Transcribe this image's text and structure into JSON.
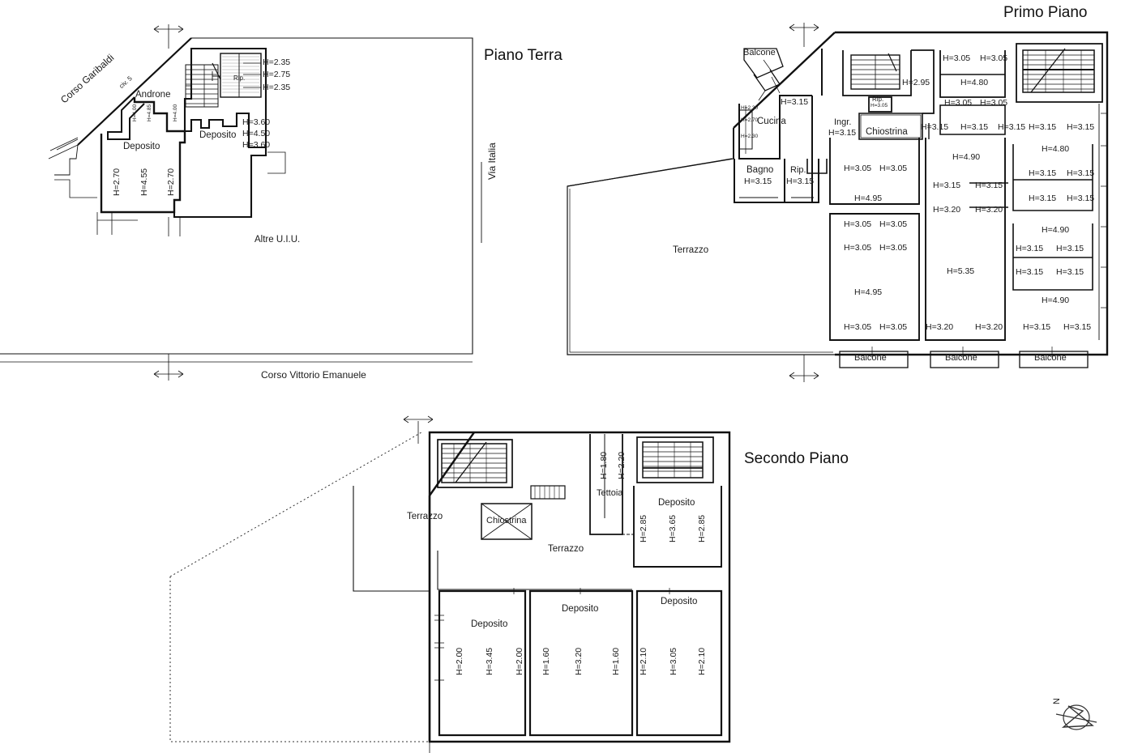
{
  "document": {
    "type": "architectural-floor-plan",
    "language": "it"
  },
  "floors": [
    {
      "id": "piano-terra",
      "title": "Piano Terra",
      "rooms": [
        {
          "label": "Androne"
        },
        {
          "label": "Deposito"
        },
        {
          "label": "Deposito"
        },
        {
          "label": "Rip."
        },
        {
          "label": "Altre U.I.U."
        }
      ],
      "heights": [
        "H=2.35",
        "H=2.75",
        "H=2.35",
        "H=3.60",
        "H=4.50",
        "H=3.60",
        "H=4.00",
        "H=4.85",
        "H=4.00",
        "H=2.70",
        "H=4.55",
        "H=2.70"
      ],
      "streets": [
        {
          "label": "Corso Garibaldi"
        },
        {
          "label": "civ. 5"
        },
        {
          "label": "Via Italia"
        },
        {
          "label": "Corso Vittorio Emanuele"
        }
      ]
    },
    {
      "id": "primo-piano",
      "title": "Primo Piano",
      "rooms": [
        {
          "label": "Balcone"
        },
        {
          "label": "Cucina"
        },
        {
          "label": "Bagno"
        },
        {
          "label": "Rip."
        },
        {
          "label": "Ingr."
        },
        {
          "label": "Rip."
        },
        {
          "label": "Chiostrina"
        },
        {
          "label": "Terrazzo"
        },
        {
          "label": "Balcone"
        },
        {
          "label": "Balcone"
        },
        {
          "label": "Balcone"
        }
      ],
      "heights": [
        "H=2.30",
        "H=2.70",
        "H=2.30",
        "H=3.15",
        "H=2.95",
        "H=3.15",
        "H=3.05",
        "H=3.05",
        "H=3.05",
        "H=4.80",
        "H=3.05",
        "H=3.05",
        "H=3.15",
        "H=3.15",
        "H=3.15",
        "H=3.15",
        "H=3.15",
        "H=4.90",
        "H=4.80",
        "H=3.15",
        "H=3.15",
        "H=3.15",
        "H=3.15",
        "H=3.20",
        "H=3.20",
        "H=4.95",
        "H=4.95",
        "H=5.35",
        "H=4.90",
        "H=4.90",
        "H=3.05",
        "H=3.05",
        "H=3.05",
        "H=3.05",
        "H=3.20",
        "H=3.20",
        "H=3.15",
        "H=3.15"
      ]
    },
    {
      "id": "secondo-piano",
      "title": "Secondo Piano",
      "rooms": [
        {
          "label": "Terrazzo"
        },
        {
          "label": "Terrazzo"
        },
        {
          "label": "Chiostrina"
        },
        {
          "label": "Tettoia"
        },
        {
          "label": "Deposito"
        },
        {
          "label": "Deposito"
        },
        {
          "label": "Deposito"
        },
        {
          "label": "Deposito"
        }
      ],
      "heights": [
        "H=1.80",
        "H=2.20",
        "H=2.85",
        "H=3.65",
        "H=2.85",
        "H=2.00",
        "H=3.45",
        "H=2.00",
        "H=1.60",
        "H=3.20",
        "H=1.60",
        "H=2.10",
        "H=3.05",
        "H=2.10"
      ]
    }
  ],
  "compass": {
    "label": "N",
    "name": "north-arrow"
  },
  "labels": {
    "pt_h_235a": "H=2.35",
    "pt_h_275": "H=2.75",
    "pt_h_235b": "H=2.35",
    "pt_h_360a": "H=3.60",
    "pt_h_450": "H=4.50",
    "pt_h_360b": "H=3.60",
    "pt_h_400a": "H=4.00",
    "pt_h_485": "H=4.85",
    "pt_h_400b": "H=4.00",
    "pt_h_270a": "H=2.70",
    "pt_h_455": "H=4.55",
    "pt_h_270b": "H=2.70",
    "pt_androne": "Androne",
    "pt_deposito1": "Deposito",
    "pt_deposito2": "Deposito",
    "pt_rip": "Rip.",
    "pt_altre": "Altre U.I.U.",
    "st_garibaldi": "Corso Garibaldi",
    "st_civ5": "civ. 5",
    "st_italia": "Via Italia",
    "st_vittorio": "Corso Vittorio Emanuele",
    "pp_balcone_top": "Balcone",
    "pp_h_230a": "H=2.30",
    "pp_h_270": "H=2.70",
    "pp_h_230b": "H=2.30",
    "pp_cucina": "Cucina",
    "pp_h_315_cucina": "H=3.15",
    "pp_h_295": "H=2.95",
    "pp_h_305_s1": "H=3.05",
    "pp_h_305_s2": "H=3.05",
    "pp_h_480_top": "H=4.80",
    "pp_h_305_s3": "H=3.05",
    "pp_h_305_s4": "H=3.05",
    "pp_rip_top": "Rip.",
    "pp_rip_top_h": "H=3.05",
    "pp_ingr": "Ingr.",
    "pp_ingr_h": "H=3.15",
    "pp_chiostrina": "Chiostrina",
    "pp_h_315_r1": "H=3.15",
    "pp_h_315_r2": "H=3.15",
    "pp_h_315_r3": "H=3.15",
    "pp_h_315_r4": "H=3.15",
    "pp_h_315_r5": "H=3.15",
    "pp_bagno": "Bagno",
    "pp_bagno_h": "H=3.15",
    "pp_rip_left": "Rip.",
    "pp_rip_left_h": "H=3.15",
    "pp_h_305_m1": "H=3.05",
    "pp_h_305_m2": "H=3.05",
    "pp_h_490_a": "H=4.90",
    "pp_h_480_b": "H=4.80",
    "pp_h_315_b1": "H=3.15",
    "pp_h_315_b2": "H=3.15",
    "pp_h_315_b3": "H=3.15",
    "pp_h_315_b4": "H=3.15",
    "pp_h_495_a": "H=4.95",
    "pp_h_315_c1": "H=3.15",
    "pp_h_320_c1": "H=3.20",
    "pp_h_315_c2": "H=3.15",
    "pp_h_320_c2": "H=3.20",
    "pp_h_305_n1": "H=3.05",
    "pp_h_305_n2": "H=3.05",
    "pp_h_305_n3": "H=3.05",
    "pp_h_305_n4": "H=3.05",
    "pp_h_490_b": "H=4.90",
    "pp_h_315_d1": "H=3.15",
    "pp_h_315_d2": "H=3.15",
    "pp_h_315_d3": "H=3.15",
    "pp_h_315_d4": "H=3.15",
    "pp_h_535": "H=5.35",
    "pp_h_495_b": "H=4.95",
    "pp_h_490_c": "H=4.90",
    "pp_terrazzo": "Terrazzo",
    "pp_h_305_e1": "H=3.05",
    "pp_h_305_e2": "H=3.05",
    "pp_h_320_e1": "H=3.20",
    "pp_h_320_e2": "H=3.20",
    "pp_h_315_e1": "H=3.15",
    "pp_h_315_e2": "H=3.15",
    "pp_balcone_1": "Balcone",
    "pp_balcone_2": "Balcone",
    "pp_balcone_3": "Balcone",
    "sp_terrazzo_1": "Terrazzo",
    "sp_terrazzo_2": "Terrazzo",
    "sp_chiostrina": "Chiostrina",
    "sp_tettoia": "Tettoia",
    "sp_h_180": "H=1.80",
    "sp_h_220": "H=2.20",
    "sp_deposito_top": "Deposito",
    "sp_h_285a": "H=2.85",
    "sp_h_365": "H=3.65",
    "sp_h_285b": "H=2.85",
    "sp_deposito_1": "Deposito",
    "sp_deposito_2": "Deposito",
    "sp_deposito_3": "Deposito",
    "sp_h_200a": "H=2.00",
    "sp_h_345": "H=3.45",
    "sp_h_200b": "H=2.00",
    "sp_h_160a": "H=1.60",
    "sp_h_320": "H=3.20",
    "sp_h_160b": "H=1.60",
    "sp_h_210a": "H=2.10",
    "sp_h_305": "H=3.05",
    "sp_h_210b": "H=2.10",
    "compass_n": "N"
  },
  "titles": {
    "piano_terra": "Piano Terra",
    "primo_piano": "Primo Piano",
    "secondo_piano": "Secondo Piano"
  },
  "colors": {
    "line": "#111111",
    "background": "#ffffff"
  }
}
